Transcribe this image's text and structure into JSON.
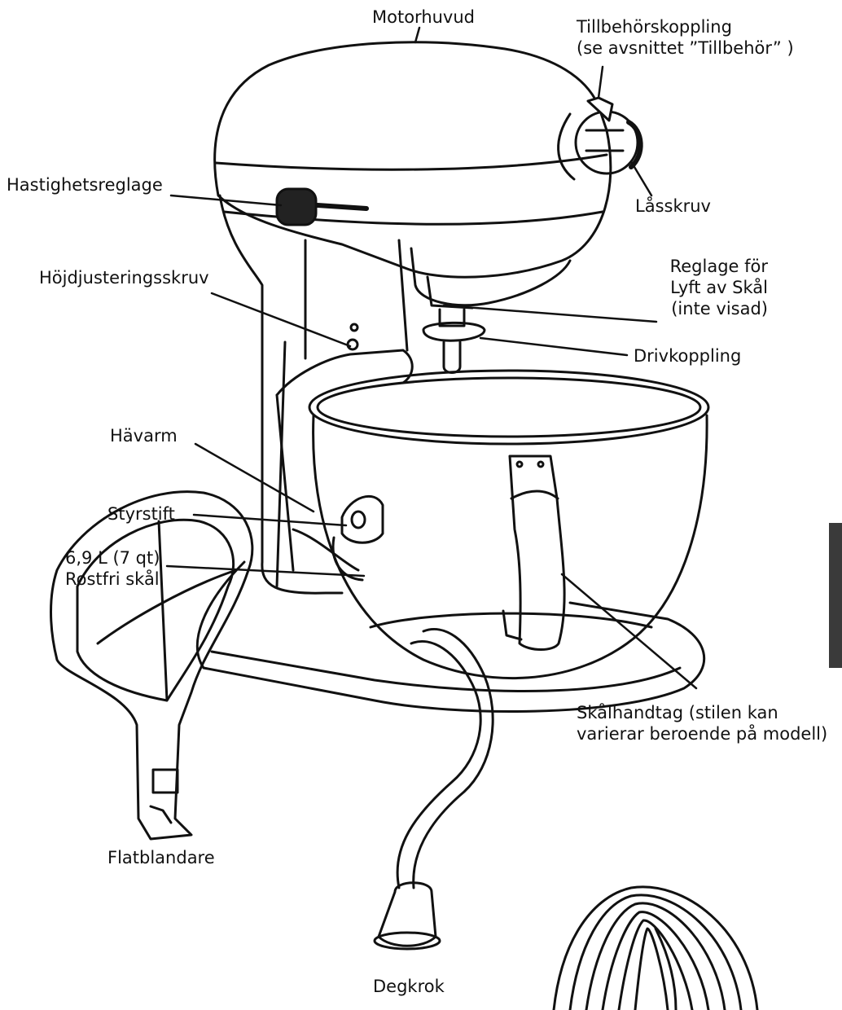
{
  "labels": {
    "motorhuvud": "Motorhuvud",
    "tillbehorskoppling_1": "Tillbehörskoppling",
    "tillbehorskoppling_2": "(se avsnittet ”Tillbehör” )",
    "hastighetsreglage": "Hastighetsreglage",
    "lasskruv": "Låsskruv",
    "hojdjustering": "Höjdjusteringsskruv",
    "reglage_1": "Reglage för",
    "reglage_2": "Lyft av Skål",
    "reglage_3": "(inte visad)",
    "drivkoppling": "Drivkoppling",
    "havarm": "Hävarm",
    "styrstift": "Styrstift",
    "skal_1": "6,9 L (7 qt)",
    "skal_2": "Rostfri skål",
    "skalhandtag_1": "Skålhandtag (stilen kan",
    "skalhandtag_2": "varierar beroende på modell)",
    "flatblandare": "Flatblandare",
    "degkrok": "Degkrok"
  },
  "colors": {
    "line": "#111111",
    "background": "#ffffff",
    "side_tab": "#3a3a3a"
  }
}
